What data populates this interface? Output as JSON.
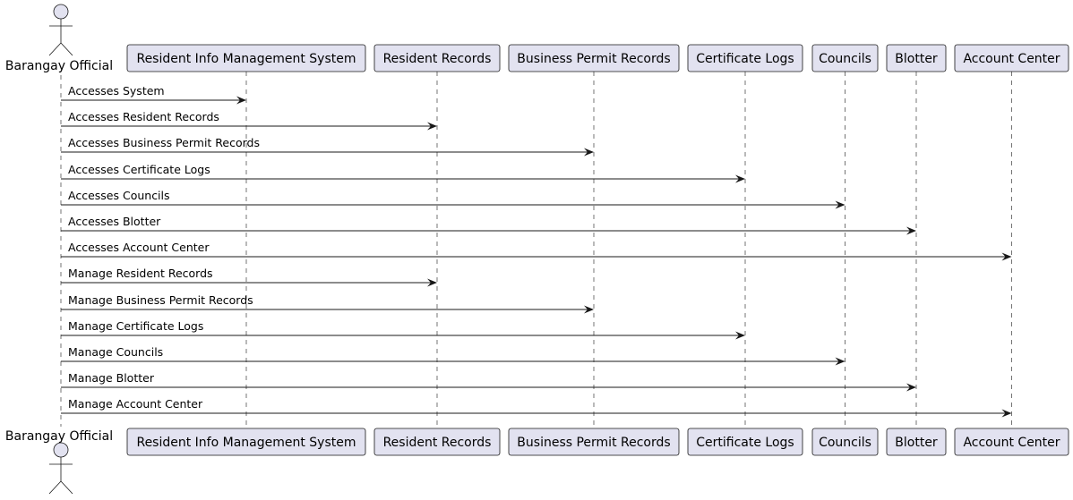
{
  "actor": {
    "name": "Barangay Official"
  },
  "participants": [
    {
      "id": "rims",
      "label": "Resident Info Management System"
    },
    {
      "id": "resident",
      "label": "Resident Records"
    },
    {
      "id": "business",
      "label": "Business Permit Records"
    },
    {
      "id": "certificate",
      "label": "Certificate Logs"
    },
    {
      "id": "councils",
      "label": "Councils"
    },
    {
      "id": "blotter",
      "label": "Blotter"
    },
    {
      "id": "account",
      "label": "Account Center"
    }
  ],
  "messages": [
    {
      "to": "rims",
      "label": "Accesses System"
    },
    {
      "to": "resident",
      "label": "Accesses Resident Records"
    },
    {
      "to": "business",
      "label": "Accesses Business Permit Records"
    },
    {
      "to": "certificate",
      "label": "Accesses Certificate Logs"
    },
    {
      "to": "councils",
      "label": "Accesses Councils"
    },
    {
      "to": "blotter",
      "label": "Accesses Blotter"
    },
    {
      "to": "account",
      "label": "Accesses Account Center"
    },
    {
      "to": "resident",
      "label": "Manage Resident Records"
    },
    {
      "to": "business",
      "label": "Manage Business Permit Records"
    },
    {
      "to": "certificate",
      "label": "Manage Certificate Logs"
    },
    {
      "to": "councils",
      "label": "Manage Councils"
    },
    {
      "to": "blotter",
      "label": "Manage Blotter"
    },
    {
      "to": "account",
      "label": "Manage Account Center"
    }
  ]
}
